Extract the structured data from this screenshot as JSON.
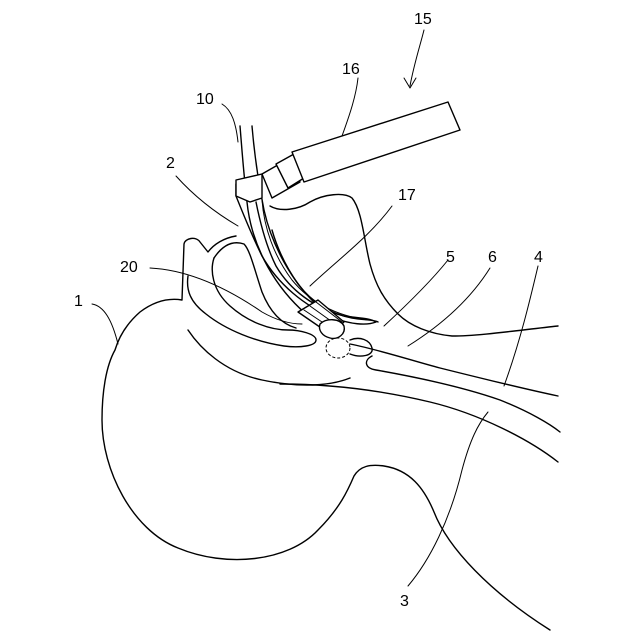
{
  "labels": {
    "l1": "1",
    "l2": "2",
    "l3": "3",
    "l4": "4",
    "l5": "5",
    "l6": "6",
    "l10": "10",
    "l15": "15",
    "l16": "16",
    "l17": "17",
    "l20": "20"
  }
}
